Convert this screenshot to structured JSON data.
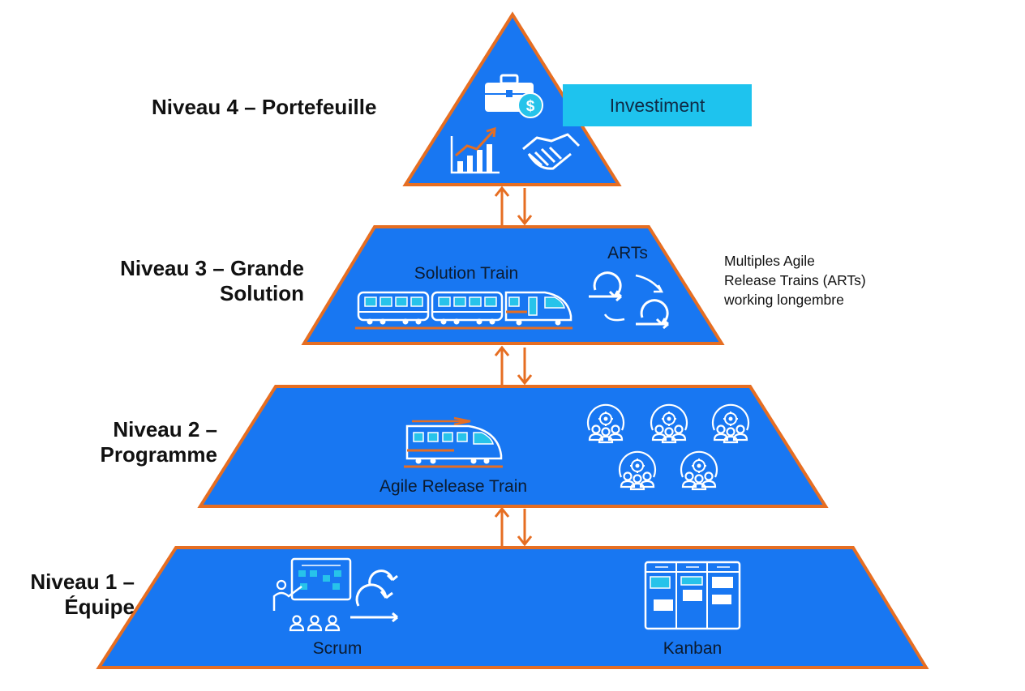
{
  "levels": {
    "level4": {
      "label_line1": "Niveau 4 – Portefeuille",
      "callout": "Investiment"
    },
    "level3": {
      "label_line1": "Niveau 3 – Grande",
      "label_line2": "Solution",
      "solution_train": "Solution Train",
      "arts": "ARTs",
      "note_line1": "Multiples Agile",
      "note_line2": "Release Trains (ARTs)",
      "note_line3": "working longembre"
    },
    "level2": {
      "label_line1": "Niveau 2 –",
      "label_line2": "Programme",
      "agile_release_train": "Agile Release Train"
    },
    "level1": {
      "label_line1": "Niveau 1 –",
      "label_line2": "Équipe",
      "scrum": "Scrum",
      "kanban": "Kanban"
    }
  },
  "colors": {
    "tier_fill": "#1877f2",
    "border": "#e66e22",
    "callout": "#1ec3ee",
    "icon": "#ffffff"
  },
  "icons": [
    "briefcase-dollar-icon",
    "growth-chart-icon",
    "handshake-icon",
    "train-icon",
    "agile-cycle-icon",
    "team-gear-icon",
    "presenter-board-icon",
    "kanban-board-icon",
    "bidirectional-arrow-icon"
  ]
}
